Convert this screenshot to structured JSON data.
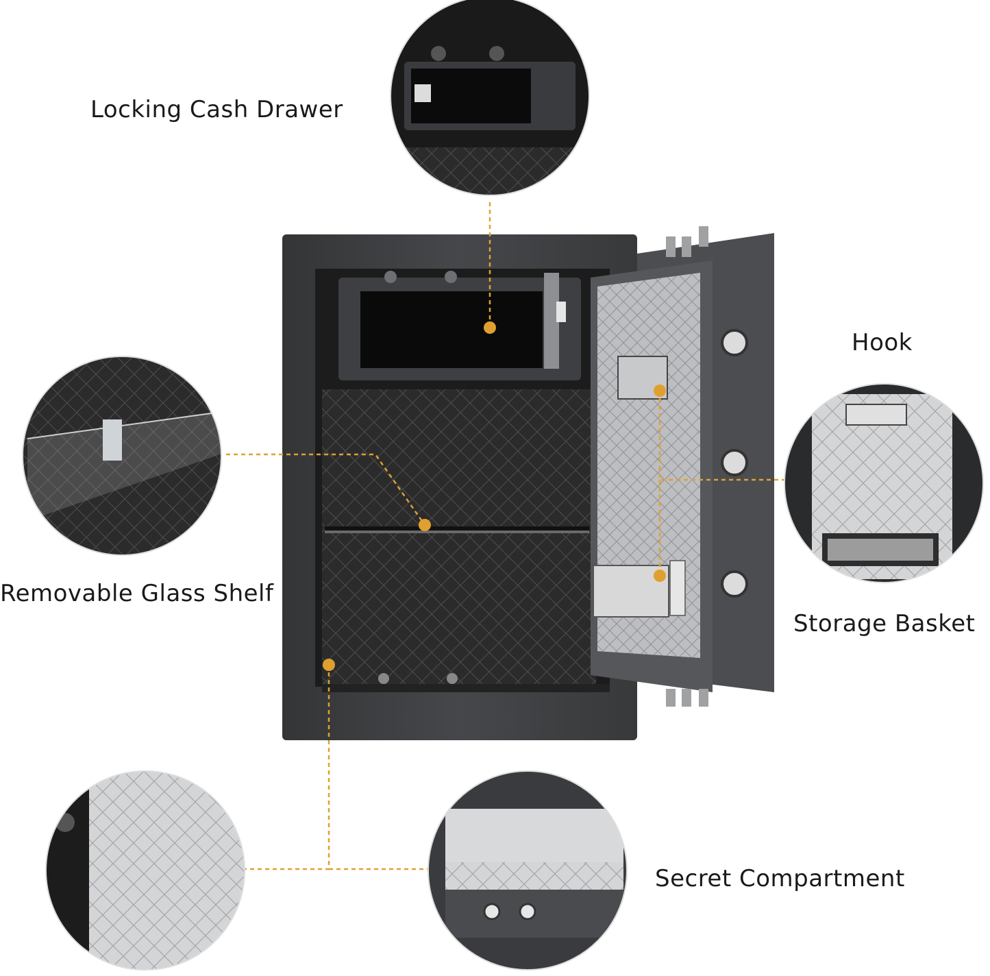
{
  "labels": {
    "cash_drawer": "Locking Cash Drawer",
    "hook": "Hook",
    "glass_shelf": "Removable Glass Shelf",
    "storage_basket": "Storage Basket",
    "secret_compartment": "Secret Compartment"
  },
  "colors": {
    "accent": "#e0a030",
    "safe_body": "#3c3e40",
    "interior": "#2a2a2a",
    "door_panel": "#b9bbbe",
    "text": "#1a1a1a"
  }
}
